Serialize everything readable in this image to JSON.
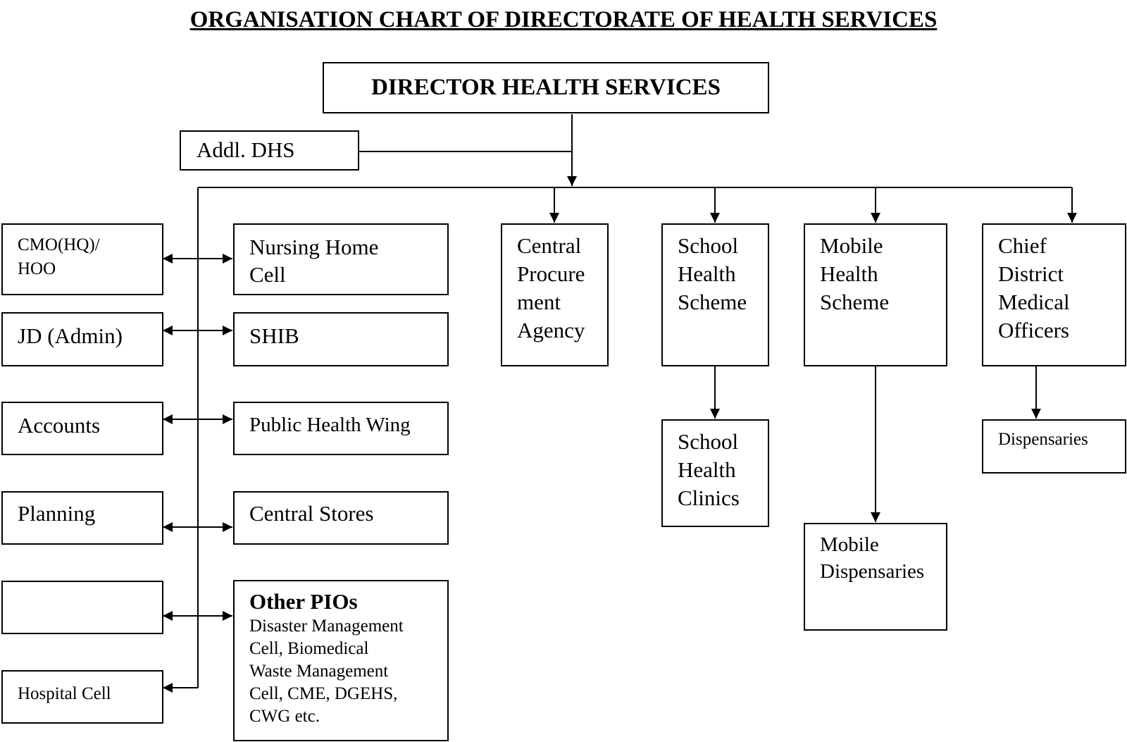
{
  "title": "ORGANISATION CHART OF DIRECTORATE OF HEALTH SERVICES",
  "nodes": {
    "director": "DIRECTOR HEALTH SERVICES",
    "addl_dhs": "Addl. DHS",
    "cmo_hq": "CMO(HQ)/\nHOO",
    "jd_admin": "JD (Admin)",
    "accounts": "Accounts",
    "planning": "Planning",
    "blank_box": "",
    "hospital_cell": "Hospital  Cell",
    "nursing_home_cell": "Nursing Home\nCell",
    "shib": "SHIB",
    "public_health_wing": "Public Health Wing",
    "central_stores": "Central Stores",
    "other_pios_heading": "Other PIOs",
    "other_pios_body": "Disaster Management\nCell, Biomedical\nWaste Management\nCell, CME, DGEHS,\nCWG etc.",
    "central_procurement_agency": "Central\nProcure\nment\nAgency",
    "school_health_scheme": "School\nHealth\nScheme",
    "mobile_health_scheme": "Mobile\nHealth\nScheme",
    "chief_district_medical_officers": "Chief\nDistrict\nMedical\nOfficers",
    "school_health_clinics": "School\nHealth\nClinics",
    "mobile_dispensaries": "Mobile\nDispensaries",
    "dispensaries": "Dispensaries"
  }
}
